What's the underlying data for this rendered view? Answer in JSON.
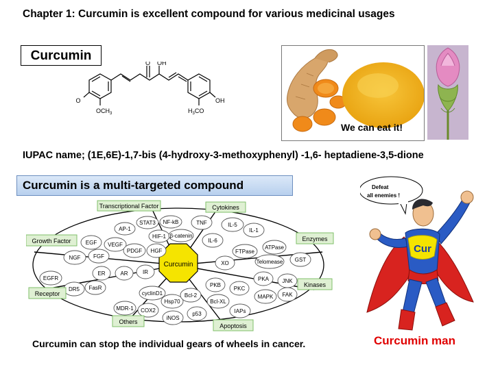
{
  "title": "Chapter 1: Curcumin is excellent compound for various medicinal usages",
  "curcumin_label": "Curcumin",
  "structure": {
    "ho_left": "HO",
    "och3_left": "OCH",
    "sub3": "3",
    "h3co_right": "H",
    "h3co_right_tail": "CO",
    "ho_right": "OH",
    "o_top": "O",
    "oh_top": "OH"
  },
  "photo_caption": "We can eat it!",
  "iupac": "IUPAC name; (1E,6E)-1,7-bis (4-hydroxy-3-methoxyphenyl) -1,6- heptadiene-3,5-dione",
  "multi_target_heading": "Curcumin is a multi-targeted compound",
  "wheel": {
    "center": "Curcumin",
    "tags": {
      "transcriptional_factor": "Transcriptional Factor",
      "cytokines": "Cytokines",
      "growth_factor": "Growth Factor",
      "enzymes": "Enzymes",
      "kinases": "Kinases",
      "receptor": "Receptor",
      "others": "Others",
      "apoptosis": "Apoptosis"
    },
    "targets": {
      "ap1": "AP-1",
      "stat3": "STAT3",
      "nfkb": "NF-kB",
      "hif1": "HIF-1",
      "bcatenin": "β-catenin",
      "tnf": "TNF",
      "il5": "IL-5",
      "il1": "IL-1",
      "il6": "IL-6",
      "egf": "EGF",
      "vegf": "VEGF",
      "ngf": "NGF",
      "fgf": "FGF",
      "pdgf": "PDGF",
      "hgf": "HGF",
      "ftpase": "FTPase",
      "atpase": "ATPase",
      "telomease": "Telomease",
      "gst": "GST",
      "xo": "XO",
      "egfr": "EGFR",
      "er": "ER",
      "ar": "AR",
      "ir": "IR",
      "dr5": "DR5",
      "fasr": "FasR",
      "pkb": "PKB",
      "pkc": "PKC",
      "pka": "PKA",
      "jnk": "JNK",
      "mapk": "MAPK",
      "fak": "FAK",
      "mdr1": "MDR-1",
      "cyclind1": "cyclinD1",
      "hsp70": "Hsp70",
      "cox2": "COX2",
      "inos": "iNOS",
      "bcl2": "Bcl-2",
      "bclxl": "Bcl-XL",
      "p53": "p53",
      "iaps": "IAPs"
    }
  },
  "bottom_text": "Curcumin can stop the individual gears of wheels in cancer.",
  "hero": {
    "speech": "Defeat",
    "speech2": "all enemies  !",
    "chest": "Cur",
    "label": "Curcumin man"
  },
  "colors": {
    "center_octagon": "#f5e400",
    "tag_fill": "#dff0d3",
    "tag_border": "#7fbf6a",
    "heading_box": "#c9dcf3",
    "hero_red": "#e00000",
    "cape_red": "#d8231f",
    "suit_blue": "#2a5bc4",
    "turmeric": "#f2b418"
  }
}
